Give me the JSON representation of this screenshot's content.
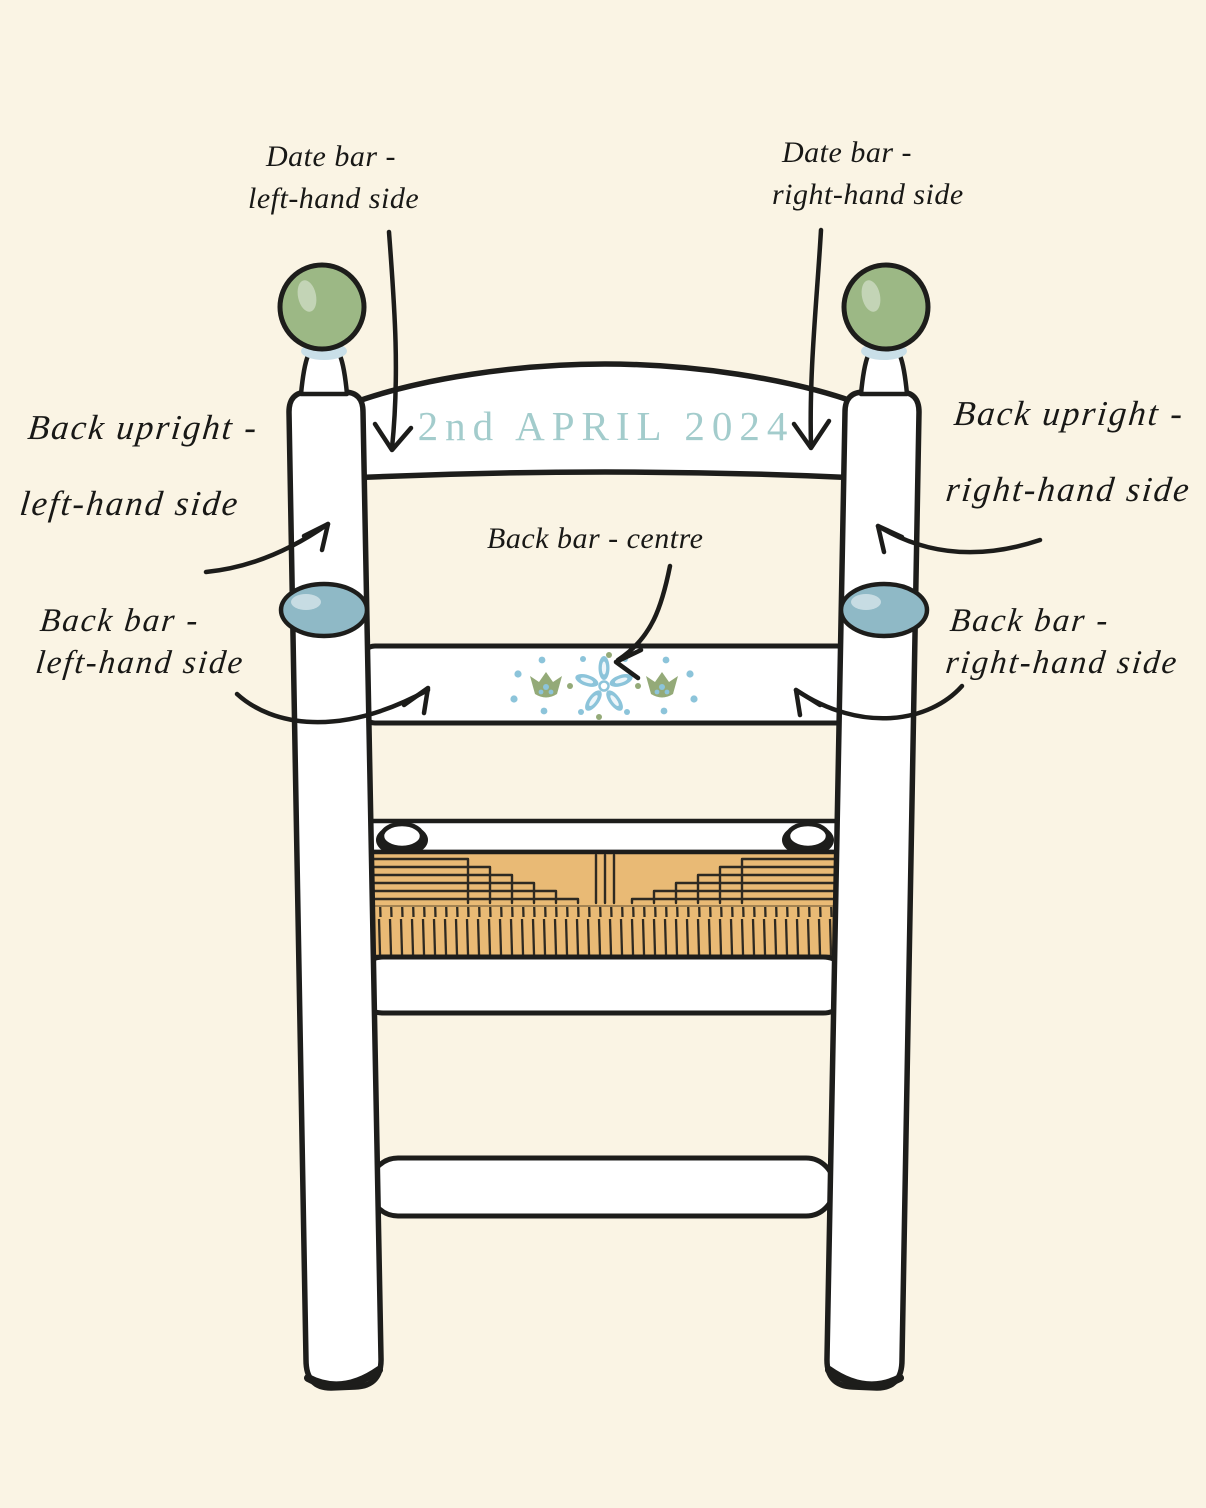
{
  "illustration": {
    "type": "personalisation-guide-chair-back-view",
    "date_text": "2nd APRIL 2024",
    "labels": {
      "date_bar_left": {
        "line1": "Date bar -",
        "line2": "left-hand side"
      },
      "date_bar_right": {
        "line1": "Date bar -",
        "line2": "right-hand side"
      },
      "back_upright_left": {
        "line1": "Back upright -",
        "line2": "left-hand side"
      },
      "back_upright_right": {
        "line1": "Back upright -",
        "line2": "right-hand side"
      },
      "back_bar_left": {
        "line1": "Back bar -",
        "line2": "left-hand side"
      },
      "back_bar_right": {
        "line1": "Back bar -",
        "line2": "right-hand side"
      },
      "back_bar_centre": {
        "text": "Back bar - centre"
      }
    },
    "colors": {
      "background": "#faf4e4",
      "outline_black": "#1d1d1b",
      "chair_white": "#ffffff",
      "finial_green": "#9cb885",
      "ring_blue": "#8fb9c6",
      "collar_blue": "#c9dfe8",
      "date_text_teal": "#a3cccc",
      "seat_rush_tan": "#e9ba75",
      "decor_blue": "#8cc4da",
      "decor_green": "#94aa78",
      "corner_yellow": "#f2c12e"
    }
  }
}
